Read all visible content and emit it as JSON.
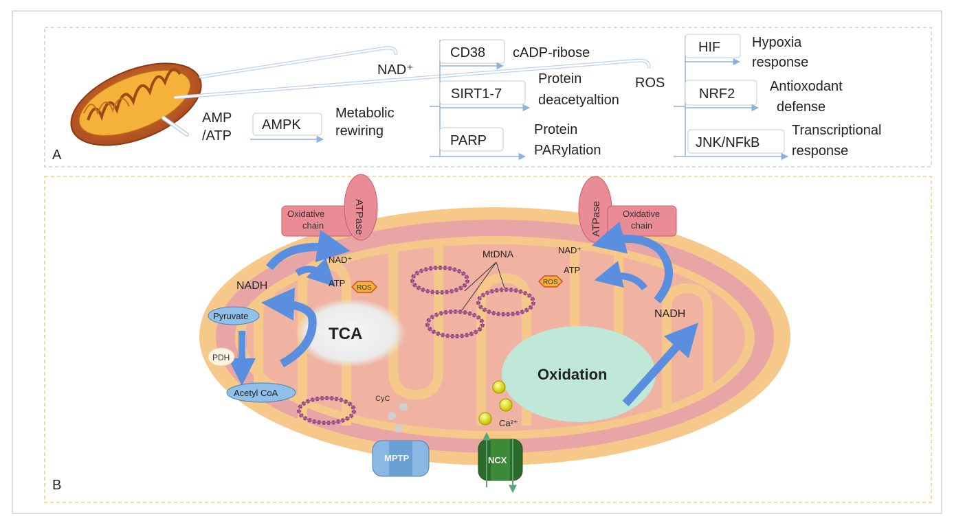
{
  "panel_a": {
    "label": "A",
    "nad": "NAD⁺",
    "amp_line1": "AMP",
    "amp_line2": "/ATP",
    "ampk": "AMPK",
    "metabolic_line1": "Metabolic",
    "metabolic_line2": "rewiring",
    "cd38": "CD38",
    "cadp": "cADP-ribose",
    "sirt": "SIRT1-7",
    "protein1": "Protein",
    "deacetylation": "deacetyaltion",
    "parp": "PARP",
    "protein2": "Protein",
    "parylation": "PARylation",
    "ros": "ROS",
    "hif": "HIF",
    "hypoxia": "Hypoxia",
    "response1": "response",
    "nrf2": "NRF2",
    "antioxodant": "Antioxodant",
    "defense": "defense",
    "jnk": "JNK/NFkB",
    "transcriptional": "Transcriptional",
    "response2": "response"
  },
  "panel_b": {
    "label": "B",
    "oxidative_left_1": "Oxidative",
    "oxidative_left_2": "chain",
    "atpase_left": "ATPase",
    "oxidative_right_1": "Oxidative",
    "oxidative_right_2": "chain",
    "atpase_right": "ATPase",
    "nad_left": "NAD⁺",
    "atp_left": "ATP",
    "nadh_left": "NADH",
    "ros_left": "ROS",
    "pyruvate": "Pyruvate",
    "pdh": "PDH",
    "acetyl": "Acetyl CoA",
    "tca": "TCA",
    "mtdna": "MtDNA",
    "cyc": "CyC",
    "mptp": "MPTP",
    "ncx": "NCX",
    "ca": "Ca²⁺",
    "oxidation": "Oxidation",
    "nad_right": "NAD⁺",
    "atp_right": "ATP",
    "nadh_right": "NADH",
    "ros_right": "ROS"
  },
  "colors": {
    "frame_a": "#c8c8c8",
    "frame_b": "#f2c46a",
    "arrow": "#8fb1e0",
    "membrane_outer": "#f6c98a",
    "matrix": "#e8a5a6",
    "oxidative_box": "#e98c95",
    "tca_blob": "#eeeeee",
    "oxidation_blob": "#bfe8d9",
    "blue_arrow": "#5a8fe0"
  }
}
